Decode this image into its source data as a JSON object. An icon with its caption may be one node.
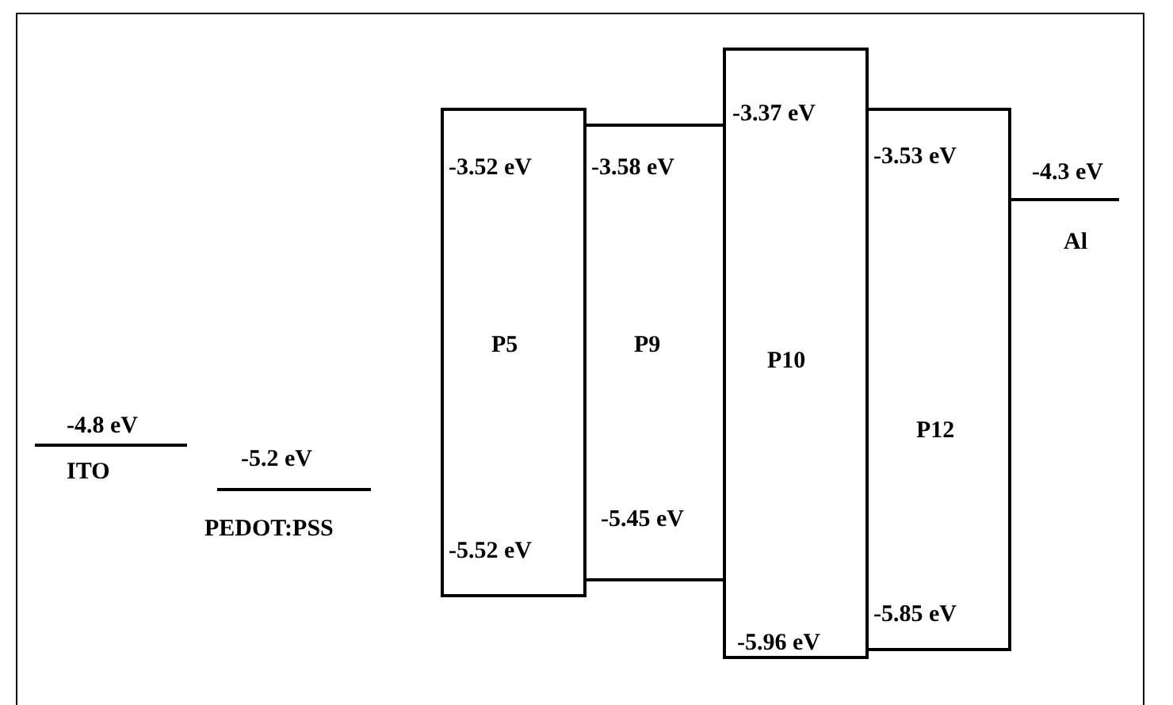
{
  "diagram": {
    "nodes": [
      {
        "text": [
          "-4.8 eV",
          "ITO"
        ]
      },
      {
        "text": [
          "-5.2 eV",
          "PEDOT:PSS"
        ]
      },
      {
        "text": [
          "-3.52 eV",
          "P5",
          "-5.52 eV"
        ]
      },
      {
        "text": [
          "-3.58 eV",
          "P9",
          "-5.45 eV"
        ]
      },
      {
        "text": [
          "-3.37 eV",
          "P10",
          "-5.96 eV"
        ]
      },
      {
        "text": [
          "-3.53 eV",
          "P12",
          "-5.85 eV"
        ]
      },
      {
        "text": [
          "-4.3 eV",
          "Al"
        ]
      }
    ]
  }
}
